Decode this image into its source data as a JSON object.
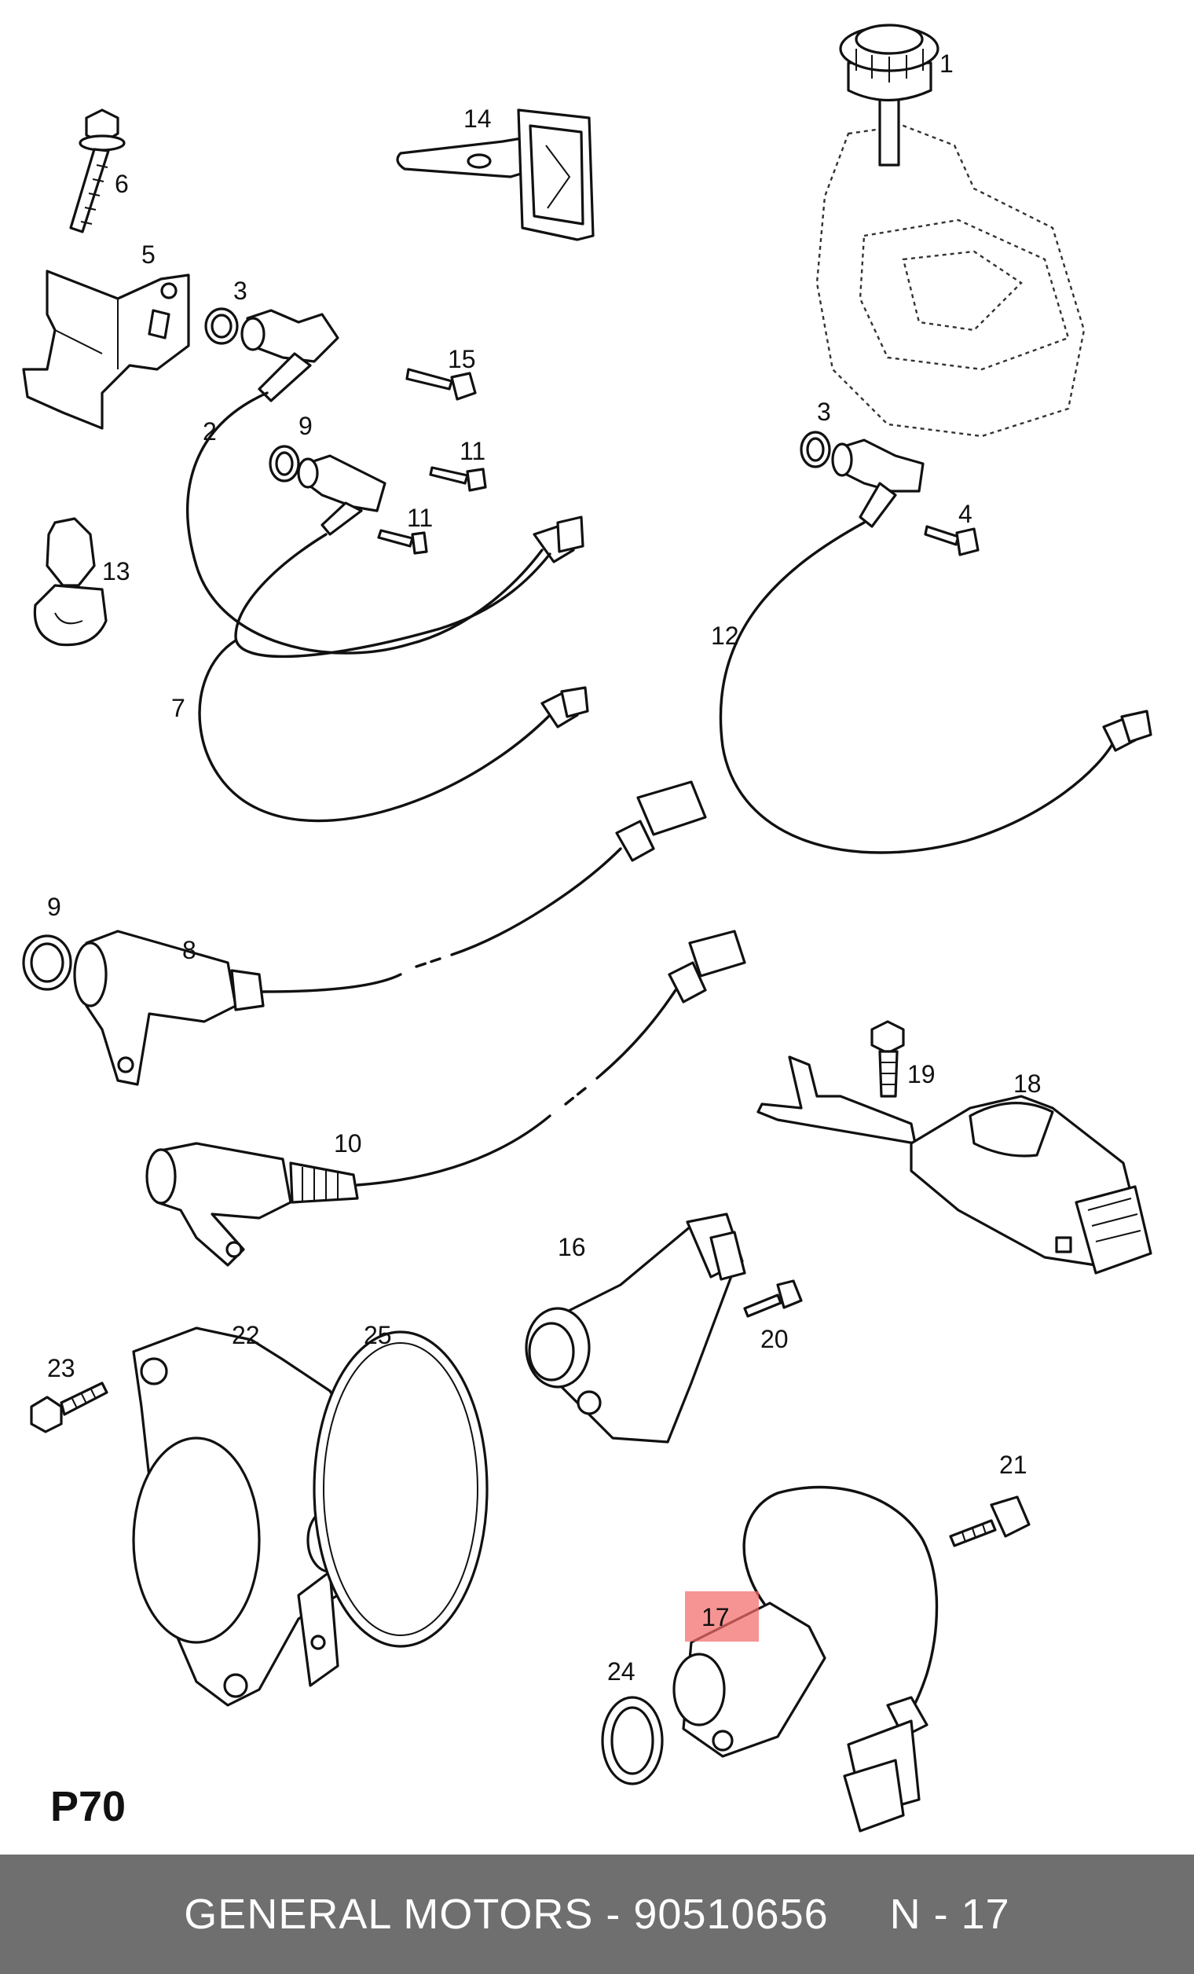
{
  "diagram": {
    "callouts": {
      "n1": "1",
      "n2": "2",
      "n3a": "3",
      "n3b": "3",
      "n4": "4",
      "n5": "5",
      "n6": "6",
      "n7": "7",
      "n8": "8",
      "n9a": "9",
      "n9b": "9",
      "n10": "10",
      "n11a": "11",
      "n11b": "11",
      "n12": "12",
      "n13": "13",
      "n14": "14",
      "n15": "15",
      "n16": "16",
      "n17": "17",
      "n18": "18",
      "n19": "19",
      "n20": "20",
      "n21": "21",
      "n22": "22",
      "n23": "23",
      "n24": "24",
      "n25": "25"
    },
    "highlighted_callout": "17",
    "highlight_color": "#f26b6b",
    "page_code": "P70"
  },
  "footer": {
    "brand": "GENERAL MOTORS - 90510656",
    "position_label": "N - 17",
    "background": "#6f6f6f"
  }
}
